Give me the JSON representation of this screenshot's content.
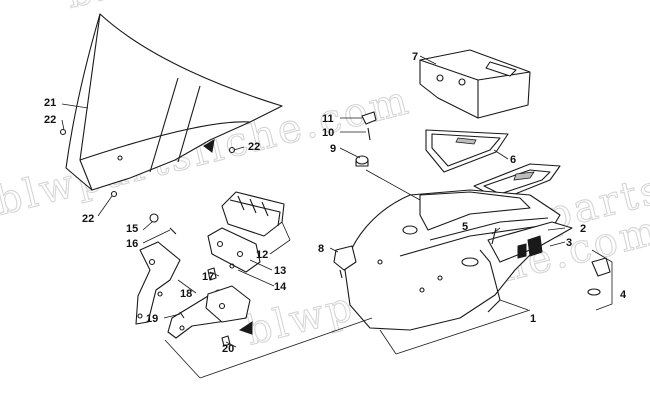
{
  "watermark": "blwpartsfiche.com",
  "callouts": [
    {
      "id": "c1",
      "label": "1"
    },
    {
      "id": "c2",
      "label": "2"
    },
    {
      "id": "c3",
      "label": "3"
    },
    {
      "id": "c4",
      "label": "4"
    },
    {
      "id": "c5",
      "label": "5"
    },
    {
      "id": "c6",
      "label": "6"
    },
    {
      "id": "c7",
      "label": "7"
    },
    {
      "id": "c8",
      "label": "8"
    },
    {
      "id": "c9",
      "label": "9"
    },
    {
      "id": "c10",
      "label": "10"
    },
    {
      "id": "c11",
      "label": "11"
    },
    {
      "id": "c12",
      "label": "12"
    },
    {
      "id": "c13",
      "label": "13"
    },
    {
      "id": "c14",
      "label": "14"
    },
    {
      "id": "c15",
      "label": "15"
    },
    {
      "id": "c16",
      "label": "16"
    },
    {
      "id": "c17",
      "label": "17"
    },
    {
      "id": "c18",
      "label": "18"
    },
    {
      "id": "c19",
      "label": "19"
    },
    {
      "id": "c20",
      "label": "20"
    },
    {
      "id": "c21",
      "label": "21"
    },
    {
      "id": "c22a",
      "label": "22"
    },
    {
      "id": "c22b",
      "label": "22"
    },
    {
      "id": "c22c",
      "label": "22"
    }
  ]
}
